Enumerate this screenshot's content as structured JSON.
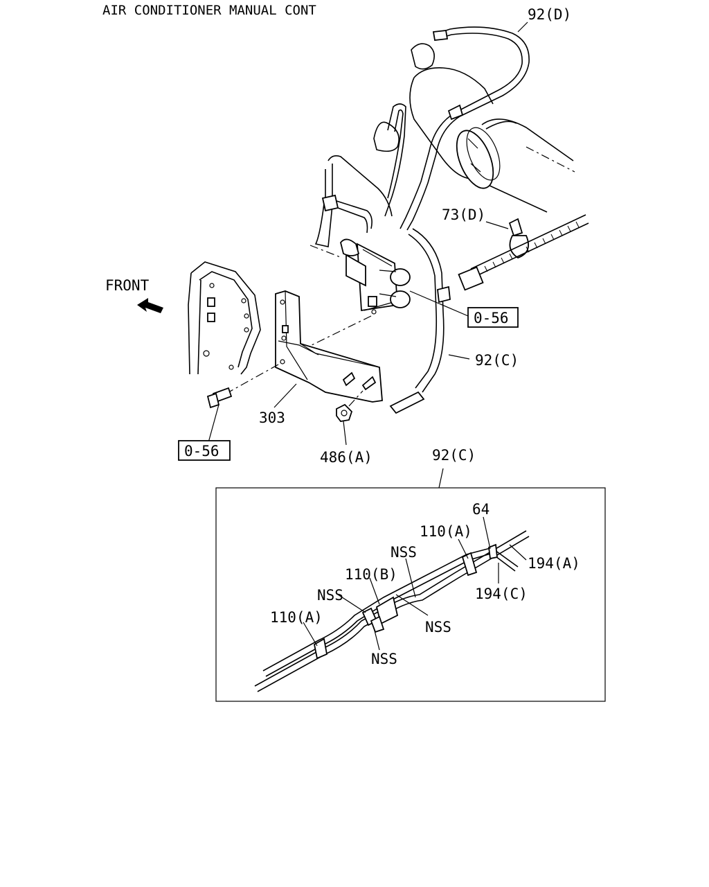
{
  "title": "AIR CONDITIONER MANUAL CONT",
  "labels": {
    "hose_92d": "92(D)",
    "clip_73d": "73(D)",
    "front": "FRONT",
    "ref_056_right": "0-56",
    "hose_92c": "92(C)",
    "bracket_303": "303",
    "ref_056_left": "0-56",
    "nut_486a": "486(A)"
  },
  "detail": {
    "heading": "92(C)",
    "labels": {
      "part_64": "64",
      "clip_110a_top": "110(A)",
      "tube_194a": "194(A)",
      "nss_top": "NSS",
      "clip_110b": "110(B)",
      "tube_194c": "194(C)",
      "nss_left": "NSS",
      "nss_right": "NSS",
      "clip_110a_left": "110(A)",
      "nss_bottom": "NSS"
    }
  }
}
